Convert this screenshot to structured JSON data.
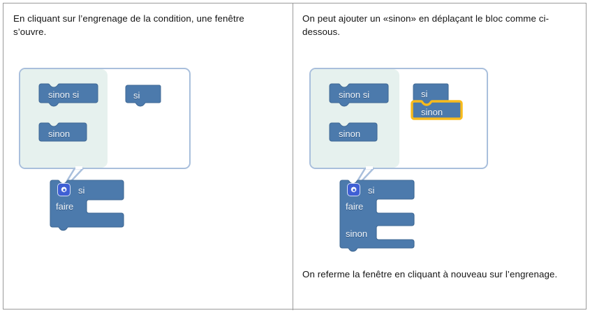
{
  "page": {
    "title": "Blockly / Scratch condition mutator tutorial",
    "columns": 2
  },
  "colors": {
    "block_fill": "#4c7aac",
    "block_fill_dark": "#45719f",
    "block_stroke": "#3d6punkt",
    "panel_border": "#a9bfdc",
    "palette_bg": "#e6f1ee",
    "workspace_bg": "#ffffff",
    "highlight": "#f8bb1c",
    "gear_badge": "#3f5fd4",
    "text": "#141414",
    "table_border": "#9a9a9a"
  },
  "left_cell": {
    "paragraph": "En cliquant sur l’engrenage de la condition, une fenêtre s’ouvre.",
    "bubble": {
      "name": "mutator-bubble",
      "palette_blocks": [
        {
          "label": "sinon si",
          "type": "else-if",
          "top_notch": true,
          "bottom_bump": true,
          "highlighted": false
        },
        {
          "label": "sinon",
          "type": "else",
          "top_notch": true,
          "bottom_bump": false,
          "highlighted": false
        }
      ],
      "workspace_blocks": [
        {
          "label": "si",
          "type": "if",
          "top_notch": false,
          "bottom_bump": true,
          "highlighted": false
        }
      ]
    },
    "main_block": {
      "gear_icon": "gear-icon",
      "rows": [
        "si",
        "faire"
      ],
      "c_slots": 1
    }
  },
  "right_cell": {
    "paragraph_top": "On peut ajouter un «sinon» en déplaçant le bloc comme ci-dessous.",
    "paragraph_bottom": "On referme la fenêtre en cliquant à nouveau sur l’engrenage.",
    "bubble": {
      "name": "mutator-bubble",
      "palette_blocks": [
        {
          "label": "sinon si",
          "type": "else-if",
          "top_notch": true,
          "bottom_bump": true,
          "highlighted": false
        },
        {
          "label": "sinon",
          "type": "else",
          "top_notch": true,
          "bottom_bump": false,
          "highlighted": false
        }
      ],
      "workspace_blocks": [
        {
          "label": "si",
          "type": "if",
          "top_notch": false,
          "bottom_bump": true,
          "highlighted": false
        },
        {
          "label": "sinon",
          "type": "else",
          "top_notch": true,
          "bottom_bump": false,
          "highlighted": true
        }
      ]
    },
    "main_block": {
      "gear_icon": "gear-icon",
      "rows": [
        "si",
        "faire",
        "sinon"
      ],
      "c_slots": 2
    }
  }
}
